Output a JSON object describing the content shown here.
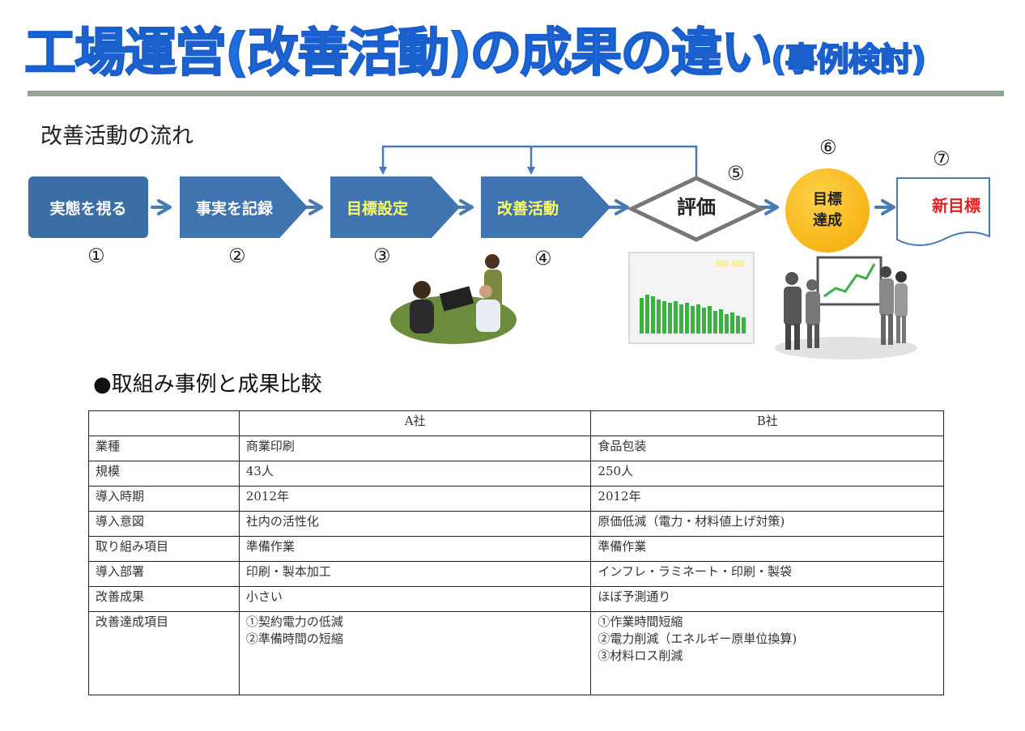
{
  "title": {
    "main": "工場運営(改善活動)の成果の違い",
    "sub": "(事例検討)"
  },
  "flow": {
    "heading": "改善活動の流れ",
    "steps": [
      {
        "label": "実態を視る",
        "num": "①"
      },
      {
        "label": "事実を記録",
        "num": "②"
      },
      {
        "label": "目標設定",
        "num": "③"
      },
      {
        "label": "改善活動",
        "num": "④"
      },
      {
        "label": "評価",
        "num": "⑤"
      },
      {
        "label_line1": "目標",
        "label_line2": "達成",
        "num": "⑥"
      },
      {
        "label": "新目標",
        "num": "⑦"
      }
    ],
    "colors": {
      "step_fill": "#3f74b0",
      "highlight_text": "#ffff66",
      "achieve_fill": "#f3a800",
      "newgoal_text": "#e02020",
      "connector": "#4a7ab5"
    }
  },
  "case": {
    "heading": "●取組み事例と成果比較",
    "columns": [
      "",
      "A社",
      "B社"
    ],
    "rows": [
      {
        "label": "業種",
        "a": [
          "商業印刷"
        ],
        "b": [
          "食品包装"
        ]
      },
      {
        "label": "規模",
        "a": [
          "43人"
        ],
        "b": [
          "250人"
        ]
      },
      {
        "label": "導入時期",
        "a": [
          "2012年"
        ],
        "b": [
          "2012年"
        ]
      },
      {
        "label": "導入意図",
        "a": [
          "社内の活性化"
        ],
        "b": [
          "原価低減（電力・材料値上げ対策)"
        ]
      },
      {
        "label": "取り組み項目",
        "a": [
          "準備作業"
        ],
        "b": [
          "準備作業"
        ]
      },
      {
        "label": "導入部署",
        "a": [
          "印刷・製本加工"
        ],
        "b": [
          "インフレ・ラミネート・印刷・製袋"
        ]
      },
      {
        "label": "改善成果",
        "a": [
          "小さい"
        ],
        "b": [
          "ほぼ予測通り"
        ]
      },
      {
        "label": "改善達成項目",
        "a": [
          "①契約電力の低減",
          "②準備時間の短縮"
        ],
        "b": [
          "①作業時間短縮",
          "②電力削減（エネルギー原単位換算)",
          "③材料ロス削減"
        ]
      }
    ]
  }
}
